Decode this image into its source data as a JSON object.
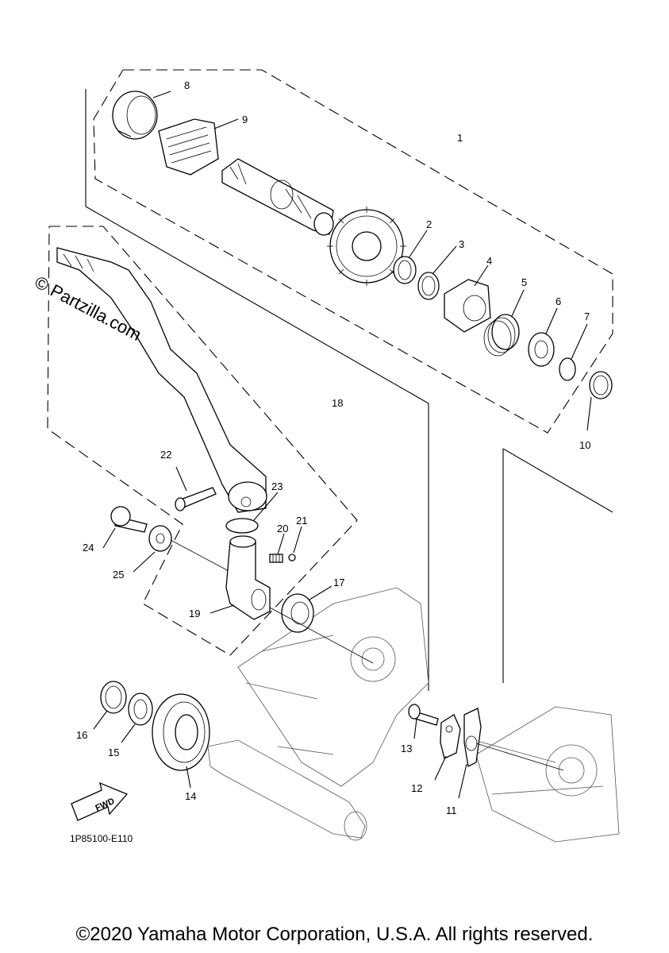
{
  "watermark": "© Partzilla.com",
  "diagram_code": "1P85100-E110",
  "fwd_label": "FWD",
  "copyright": "©2020 Yamaha Motor Corporation, U.S.A. All rights reserved.",
  "callouts": [
    "1",
    "2",
    "3",
    "4",
    "5",
    "6",
    "7",
    "8",
    "9",
    "10",
    "11",
    "12",
    "13",
    "14",
    "15",
    "16",
    "17",
    "18",
    "19",
    "20",
    "21",
    "22",
    "23",
    "24",
    "25"
  ]
}
